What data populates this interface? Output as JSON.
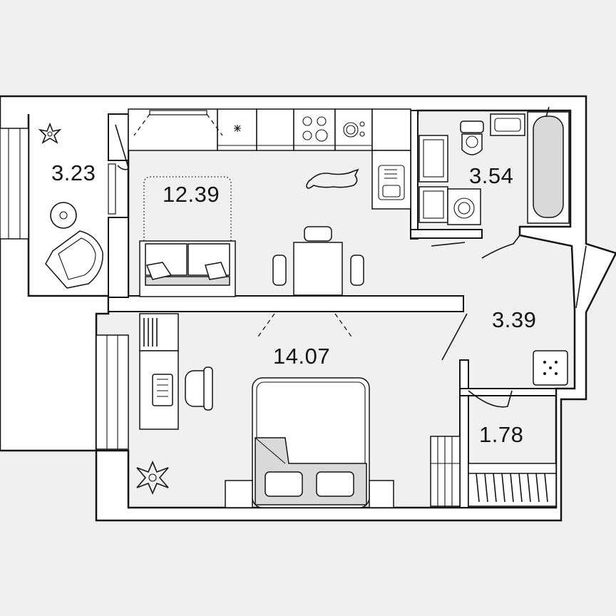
{
  "plan": {
    "background_color": "#f0f0f0",
    "wall_color": "#141414",
    "room_fill_color": "#ffffff",
    "furniture_accent_color": "#d9d9d9"
  },
  "rooms": {
    "balcony": {
      "area": "3.23"
    },
    "kitchen_living": {
      "area": "12.39"
    },
    "bathroom": {
      "area": "3.54"
    },
    "hallway": {
      "area": "3.39"
    },
    "bedroom": {
      "area": "14.07"
    },
    "wardrobe": {
      "area": "1.78"
    }
  },
  "icons": [
    "plant-icon",
    "round-table-icon",
    "armchair-icon",
    "cooktop-icon",
    "sink-icon",
    "dog-icon",
    "toilet-icon",
    "bathtub-icon",
    "washing-machine-icon",
    "sofa-icon",
    "dining-table-icon",
    "desk-icon",
    "office-chair-icon",
    "double-bed-icon",
    "shoe-rack-icon",
    "clothes-rack-icon"
  ]
}
